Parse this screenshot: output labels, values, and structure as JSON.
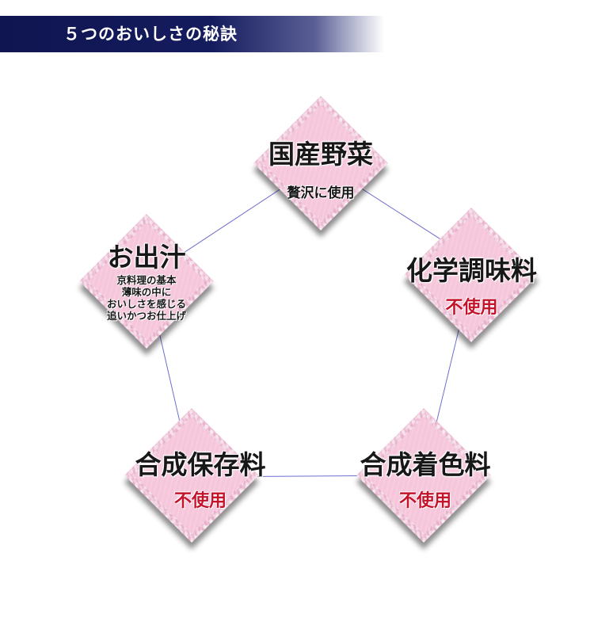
{
  "header": {
    "title": "５つのおいしさの秘訣"
  },
  "colors": {
    "header_bg": "#151c5e",
    "diamond_pink": "#f6c6db",
    "accent_red": "#c4142c",
    "connector": "#6e6ecf"
  },
  "secrets": {
    "top": {
      "title": "国産野菜",
      "sub": "贅沢に使用"
    },
    "right": {
      "title": "化学調味料",
      "sub": "不使用"
    },
    "left": {
      "title": "お出汁",
      "lines": [
        "京料理の基本",
        "薄味の中に",
        "おいしさを感じる",
        "追いかつお仕上げ"
      ]
    },
    "bottom_left": {
      "title": "合成保存料",
      "sub": "不使用"
    },
    "bottom_right": {
      "title": "合成着色料",
      "sub": "不使用"
    }
  }
}
